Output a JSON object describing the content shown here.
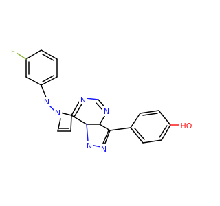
{
  "structure": {
    "atoms": [
      {
        "id": "F",
        "label": "F",
        "color": "#8ab434"
      },
      {
        "id": "OH",
        "label": "HO",
        "color": "#ff1a1a"
      },
      {
        "id": "N1",
        "label": "N",
        "color": "#1a1aff"
      },
      {
        "id": "N2",
        "label": "N",
        "color": "#1a1aff"
      },
      {
        "id": "N3",
        "label": "N",
        "color": "#1a1aff"
      },
      {
        "id": "N4",
        "label": "N",
        "color": "#1a1aff"
      },
      {
        "id": "N5",
        "label": "N",
        "color": "#1a1aff"
      },
      {
        "id": "N6",
        "label": "N",
        "color": "#1a1aff"
      }
    ],
    "bond_color": "#000000"
  }
}
